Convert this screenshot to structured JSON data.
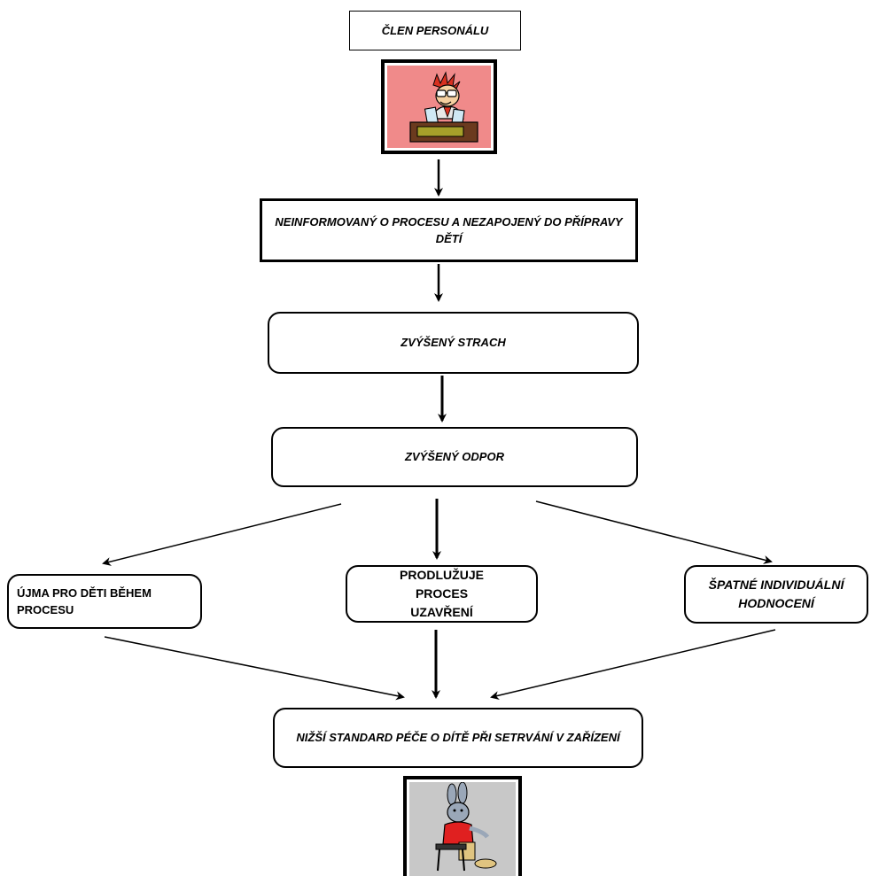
{
  "diagram": {
    "staff_title": "ČLEN PERSONÁLU",
    "uninformed": "NEINFORMOVANÝ O PROCESU A NEZAPOJENÝ DO PŘÍPRAVY DĚTÍ",
    "increased_fear": "ZVÝŠENÝ STRACH",
    "increased_resistance": "ZVÝŠENÝ ODPOR",
    "harm_children": "ÚJMA PRO DĚTI BĚHEM PROCESU",
    "prolongs": "PRODLUŽUJE PROCES UZAVŘENÍ",
    "poor_assessment": "ŠPATNÉ INDIVIDUÁLNÍ HODNOCENÍ",
    "lower_standard": "NIŽŠÍ STANDARD PÉČE O DÍTĚ PŘI SETRVÁNÍ V ZAŘÍZENÍ"
  },
  "icons": {
    "staff": "staff-member-at-desk-icon",
    "child": "sitting-child-icon"
  },
  "colors": {
    "staff_icon_bg": "#f08a8a",
    "child_icon_bg": "#c8c8c8"
  }
}
